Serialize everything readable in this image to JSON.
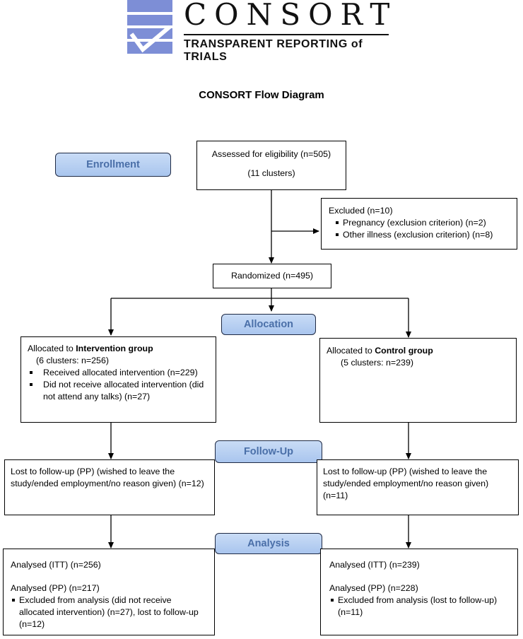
{
  "logo": {
    "word": "CONSORT",
    "tagline": "TRANSPARENT REPORTING of TRIALS"
  },
  "title": "CONSORT Flow Diagram",
  "stages": {
    "enrollment": "Enrollment",
    "allocation": "Allocation",
    "followup": "Follow-Up",
    "analysis": "Analysis"
  },
  "assessed": {
    "line1": "Assessed for eligibility (n=505)",
    "line2": "(11 clusters)"
  },
  "excluded": {
    "heading": "Excluded  (n=10)",
    "items": [
      "Pregnancy (exclusion criterion) (n=2)",
      "Other illness (exclusion criterion) (n=8)"
    ]
  },
  "randomized": "Randomized (n=495)",
  "intervention": {
    "prefix": "Allocated to ",
    "group": "Intervention group",
    "clusters": "(6 clusters: n=256)",
    "items": [
      "Received allocated intervention (n=229)",
      "Did not receive allocated intervention (did not attend any talks) (n=27)"
    ],
    "lost": "Lost to follow-up (PP) (wished to leave the study/ended employment/no reason given) (n=12)",
    "itt": "Analysed (ITT) (n=256)",
    "pp": "Analysed (PP) (n=217)",
    "pp_excluded": "Excluded from analysis (did not receive allocated intervention) (n=27), lost to follow-up (n=12)"
  },
  "control": {
    "prefix": "Allocated to ",
    "group": "Control group",
    "clusters": "(5 clusters: n=239)",
    "lost": "Lost to follow-up (PP) (wished to leave the study/ended employment/no reason given) (n=11)",
    "itt": "Analysed (ITT) (n=239)",
    "pp": "Analysed (PP) (n=228)",
    "pp_excluded": "Excluded from analysis (lost to follow-up) (n=11)"
  }
}
